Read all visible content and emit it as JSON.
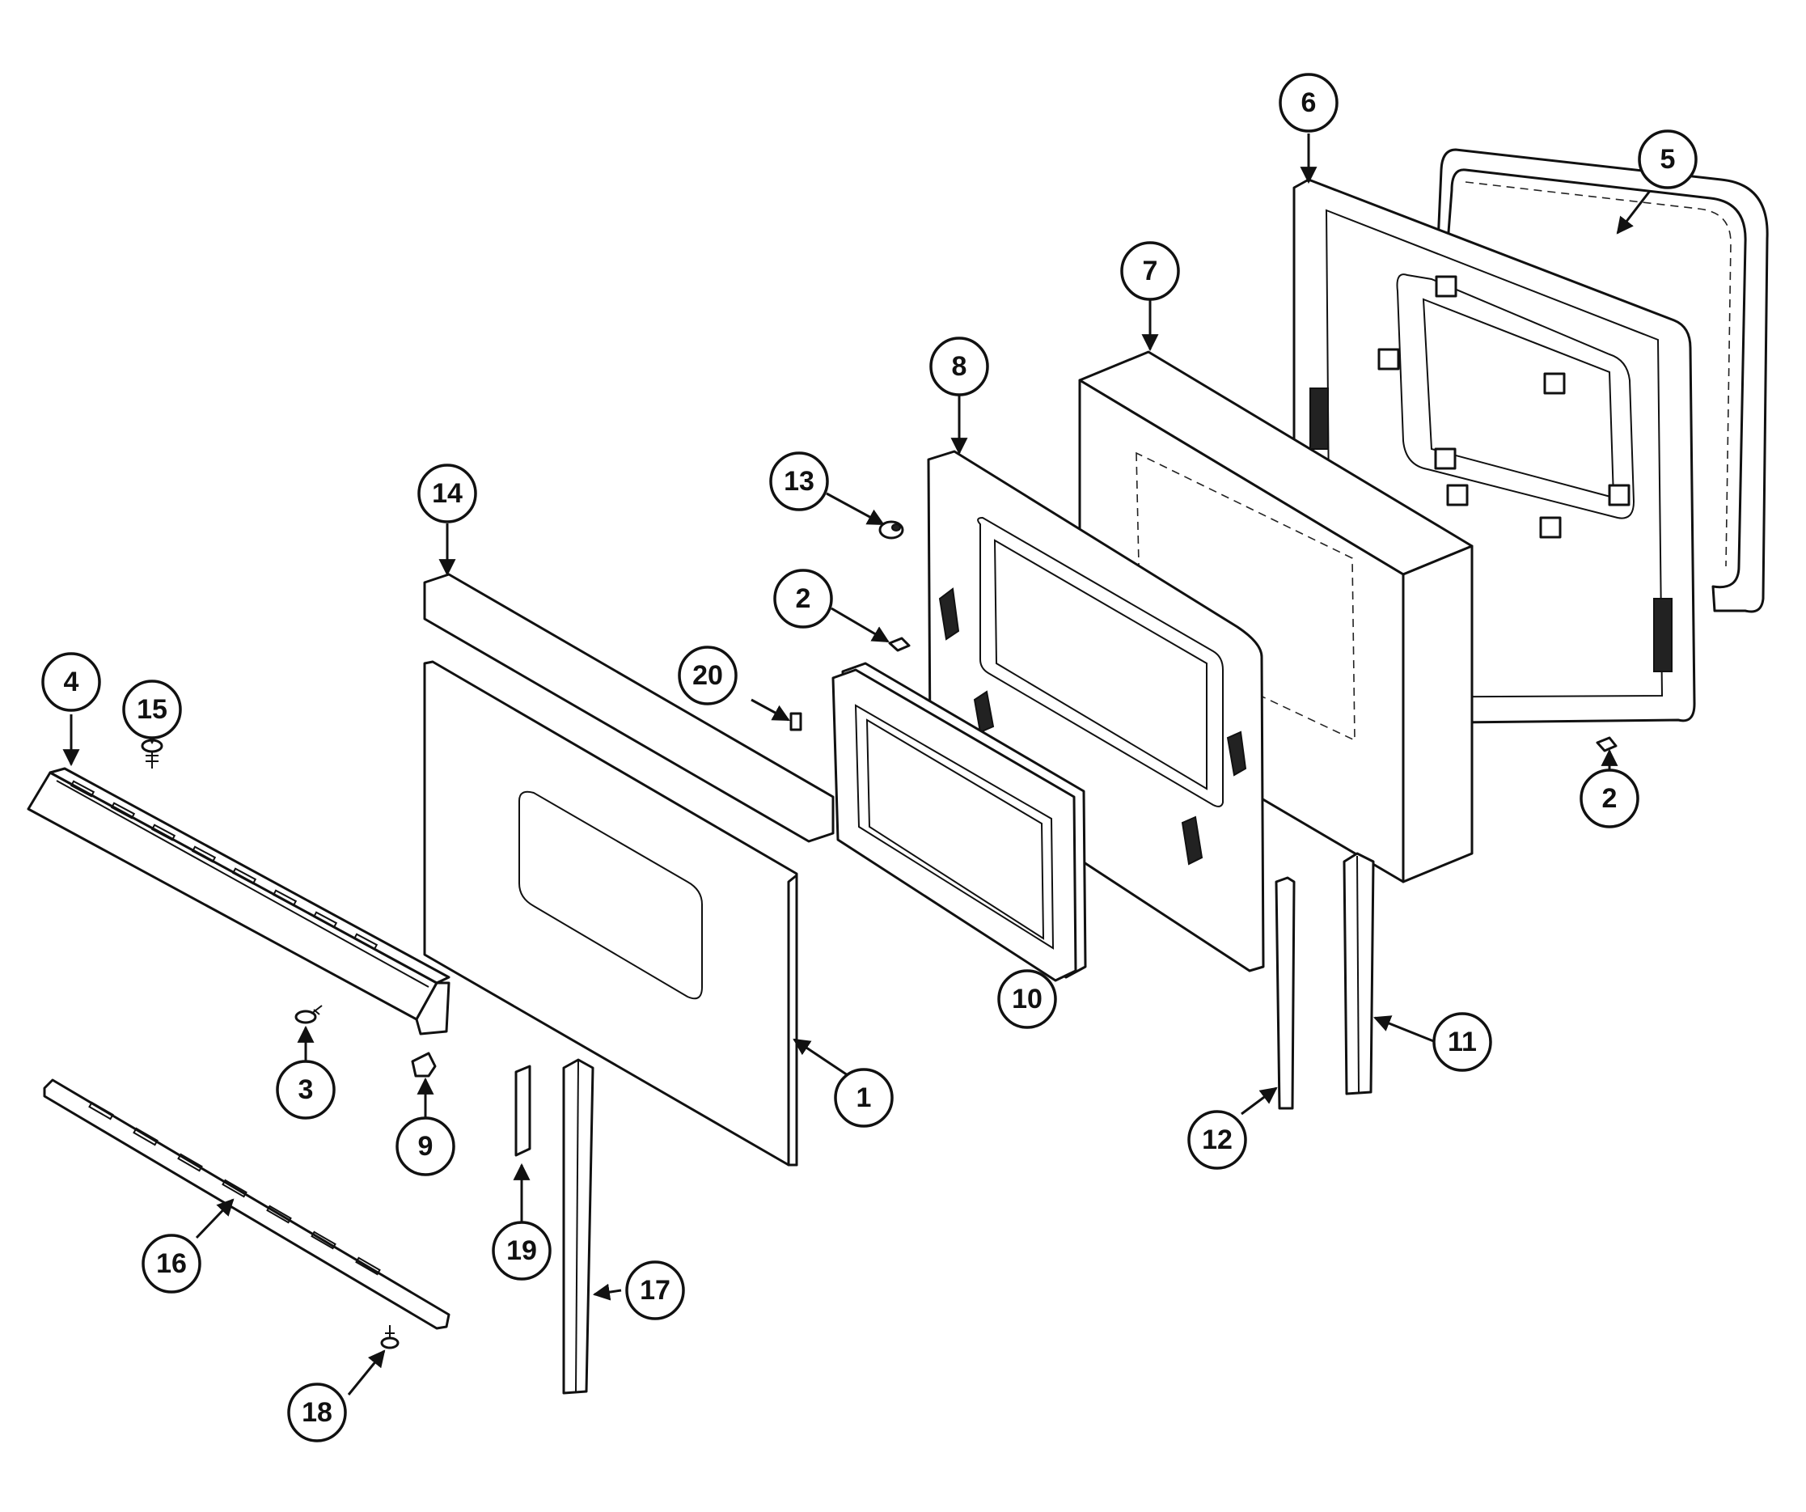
{
  "callouts": [
    {
      "id": "c1",
      "label": "1"
    },
    {
      "id": "c2a",
      "label": "2"
    },
    {
      "id": "c2b",
      "label": "2"
    },
    {
      "id": "c3",
      "label": "3"
    },
    {
      "id": "c4",
      "label": "4"
    },
    {
      "id": "c5",
      "label": "5"
    },
    {
      "id": "c6",
      "label": "6"
    },
    {
      "id": "c7",
      "label": "7"
    },
    {
      "id": "c8",
      "label": "8"
    },
    {
      "id": "c9",
      "label": "9"
    },
    {
      "id": "c10",
      "label": "10"
    },
    {
      "id": "c11",
      "label": "11"
    },
    {
      "id": "c12",
      "label": "12"
    },
    {
      "id": "c13",
      "label": "13"
    },
    {
      "id": "c14",
      "label": "14"
    },
    {
      "id": "c15",
      "label": "15"
    },
    {
      "id": "c16",
      "label": "16"
    },
    {
      "id": "c17",
      "label": "17"
    },
    {
      "id": "c18",
      "label": "18"
    },
    {
      "id": "c19",
      "label": "19"
    },
    {
      "id": "c20",
      "label": "20"
    }
  ]
}
